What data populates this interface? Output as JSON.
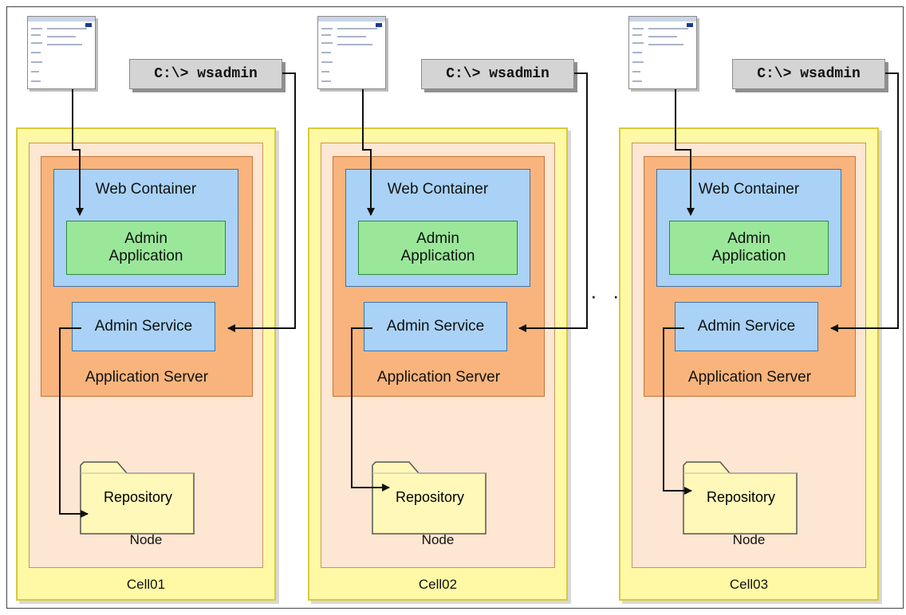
{
  "diagram": {
    "cells": [
      {
        "name": "Cell01",
        "node_label": "Node",
        "app_server_label": "Application Server",
        "web_container_label": "Web Container",
        "admin_app_label": "Admin Application",
        "admin_service_label": "Admin Service",
        "repository_label": "Repository",
        "command": "C:\\> wsadmin"
      },
      {
        "name": "Cell02",
        "node_label": "Node",
        "app_server_label": "Application Server",
        "web_container_label": "Web Container",
        "admin_app_label": "Admin Application",
        "admin_service_label": "Admin Service",
        "repository_label": "Repository",
        "command": "C:\\> wsadmin"
      },
      {
        "name": "Cell03",
        "node_label": "Node",
        "app_server_label": "Application Server",
        "web_container_label": "Web Container",
        "admin_app_label": "Admin Application",
        "admin_service_label": "Admin Service",
        "repository_label": "Repository",
        "command": "C:\\> wsadmin"
      }
    ],
    "ellipsis": "· · ·",
    "colors": {
      "cell": "#fff9a6",
      "node": "#fde6d2",
      "app_server": "#f8b47c",
      "web_container": "#a9d2f6",
      "admin_application": "#9ae79a",
      "admin_service": "#a9d2f6",
      "repository": "#fff8b8"
    }
  }
}
